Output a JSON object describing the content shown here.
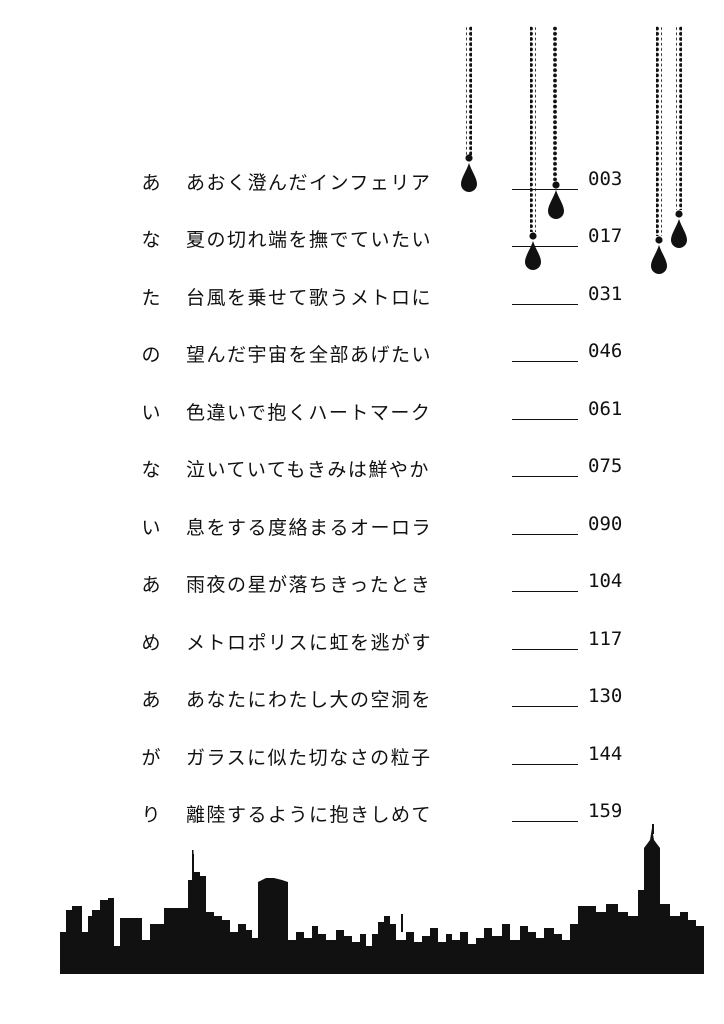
{
  "toc": [
    {
      "initial": "あ",
      "title": "あおく澄んだインフェリア",
      "page": "003"
    },
    {
      "initial": "な",
      "title": "夏の切れ端を撫でていたい",
      "page": "017"
    },
    {
      "initial": "た",
      "title": "台風を乗せて歌うメトロに",
      "page": "031"
    },
    {
      "initial": "の",
      "title": "望んだ宇宙を全部あげたい",
      "page": "046"
    },
    {
      "initial": "い",
      "title": "色違いで抱くハートマーク",
      "page": "061"
    },
    {
      "initial": "な",
      "title": "泣いていてもきみは鮮やか",
      "page": "075"
    },
    {
      "initial": "い",
      "title": "息をする度絡まるオーロラ",
      "page": "090"
    },
    {
      "initial": "あ",
      "title": "雨夜の星が落ちきったとき",
      "page": "104"
    },
    {
      "initial": "め",
      "title": "メトロポリスに虹を逃がす",
      "page": "117"
    },
    {
      "initial": "あ",
      "title": "あなたにわたし大の空洞を",
      "page": "130"
    },
    {
      "initial": "が",
      "title": "ガラスに似た切なさの粒子",
      "page": "144"
    },
    {
      "initial": "り",
      "title": "離陸するように抱きしめて",
      "page": "159"
    }
  ],
  "colors": {
    "ink": "#111111",
    "paper": "#ffffff"
  },
  "icons": [
    "bead-chain-drop-ornament",
    "city-skyline-silhouette"
  ]
}
